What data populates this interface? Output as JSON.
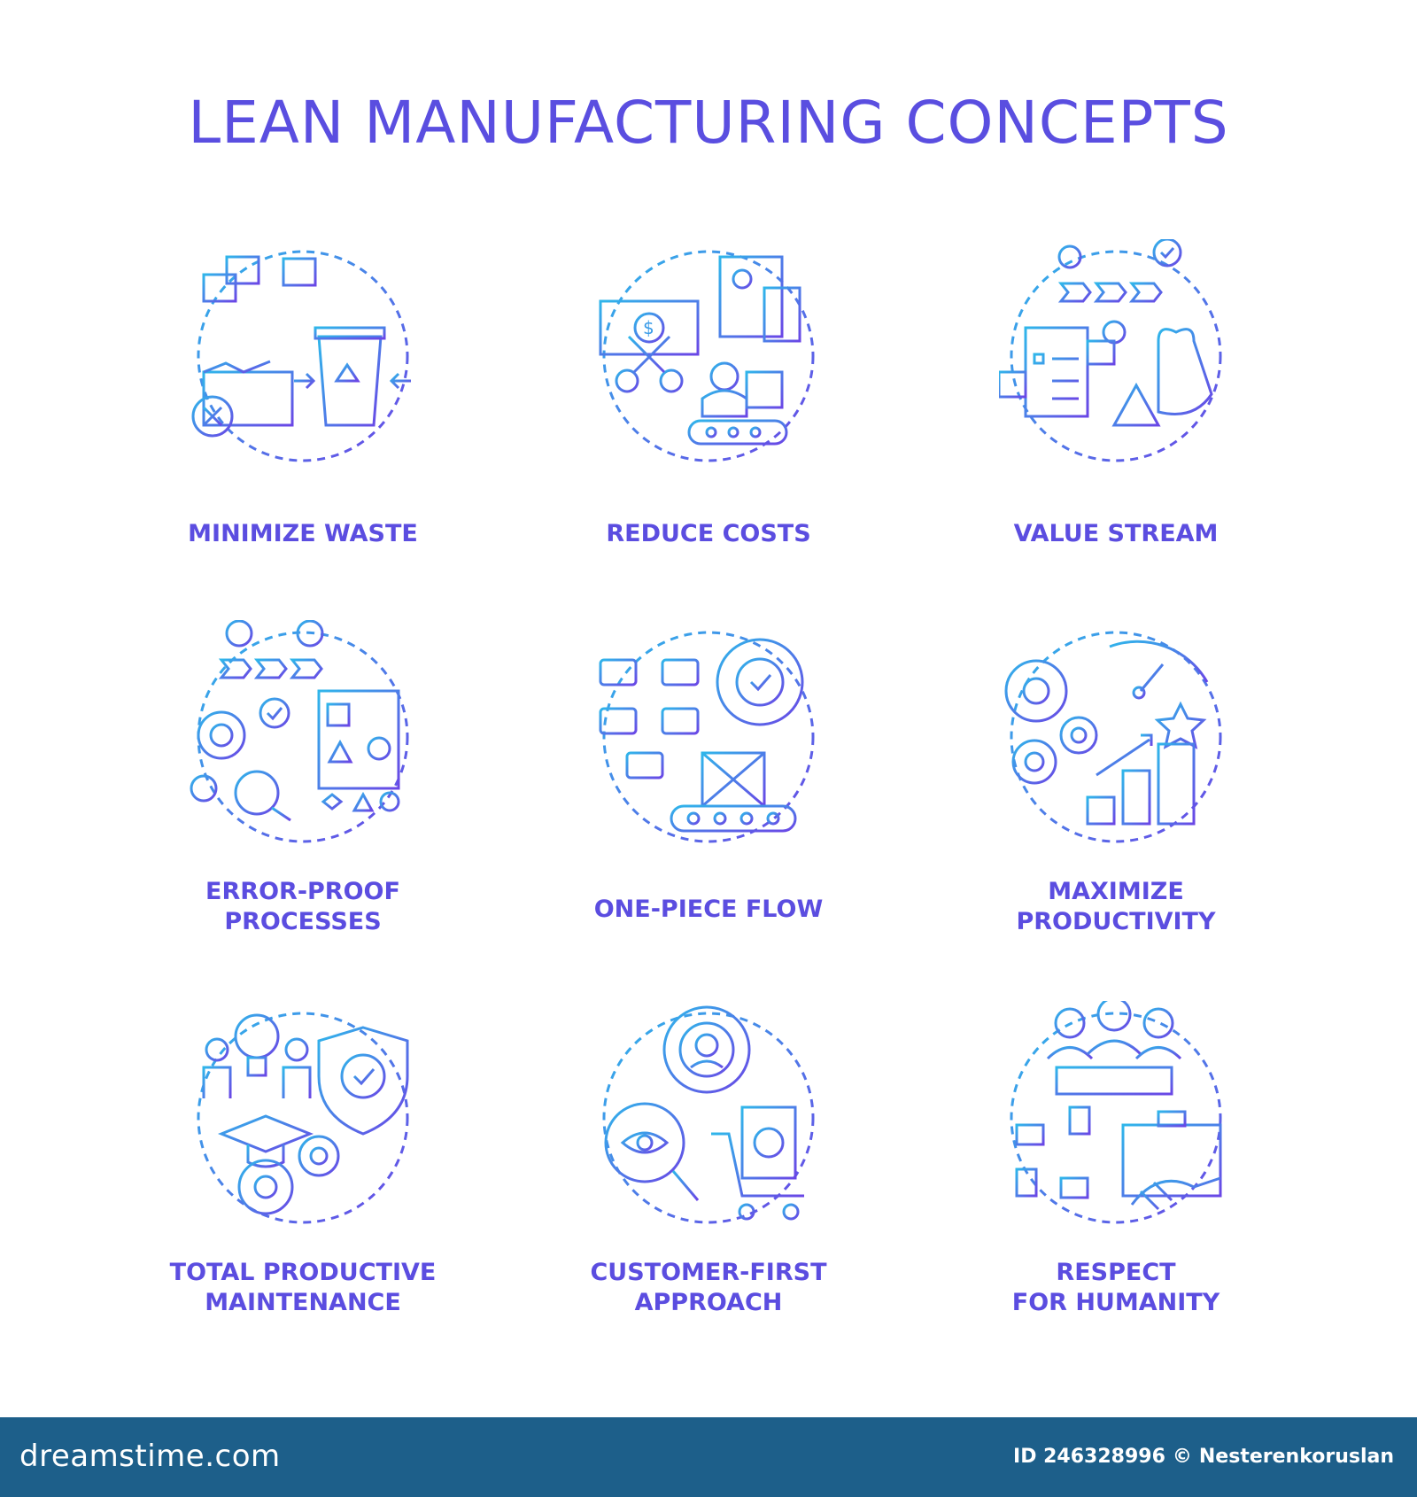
{
  "title": "LEAN MANUFACTURING CONCEPTS",
  "colors": {
    "title": "#5a4ee0",
    "label": "#5b4de0",
    "icon_start": "#2fb6ea",
    "icon_end": "#6a46e6",
    "footer": "#1d5f8a"
  },
  "concepts": [
    {
      "label": "MINIMIZE WASTE",
      "icon": "recycle-bin-icon"
    },
    {
      "label": "REDUCE COSTS",
      "icon": "cost-cut-icon"
    },
    {
      "label": "VALUE STREAM",
      "icon": "value-stream-icon"
    },
    {
      "label": "ERROR-PROOF\nPROCESSES",
      "icon": "error-proof-icon"
    },
    {
      "label": "ONE-PIECE FLOW",
      "icon": "conveyor-flow-icon"
    },
    {
      "label": "MAXIMIZE\nPRODUCTIVITY",
      "icon": "productivity-gauge-icon"
    },
    {
      "label": "TOTAL PRODUCTIVE\nMAINTENANCE",
      "icon": "maintenance-shield-icon"
    },
    {
      "label": "CUSTOMER-FIRST\nAPPROACH",
      "icon": "customer-target-icon"
    },
    {
      "label": "RESPECT\nFOR HUMANITY",
      "icon": "teamwork-handshake-icon"
    }
  ],
  "footer": {
    "logo": "dreamstime.com",
    "id_text": "ID 246328996",
    "copyright": "©",
    "author": "Nesterenkoruslan"
  }
}
